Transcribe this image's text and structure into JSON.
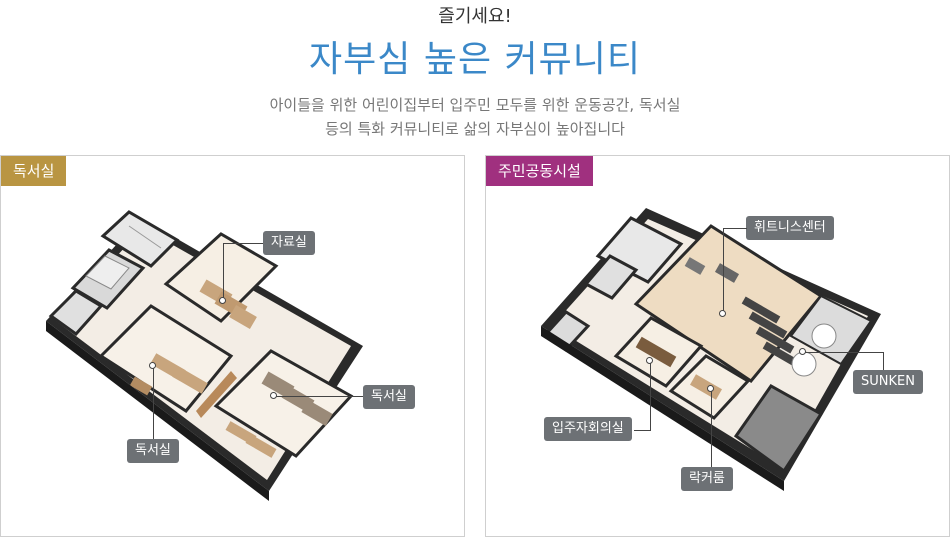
{
  "header": {
    "subtitle": "즐기세요!",
    "title": "자부심 높은 커뮤니티",
    "desc_line1": "아이들을 위한 어린이집부터 입주민 모두를 위한 운동공간, 독서실",
    "desc_line2": "등의 특화 커뮤니티로 삶의 자부심이 높아집니다"
  },
  "panels": [
    {
      "tag": "독서실",
      "tag_color": "#b99542",
      "labels": [
        "자료실",
        "독서실",
        "독서실"
      ]
    },
    {
      "tag": "주민공동시설",
      "tag_color": "#a0307f",
      "labels": [
        "휘트니스센터",
        "SUNKEN",
        "입주자회의실",
        "락커룸"
      ]
    }
  ],
  "colors": {
    "title": "#3b88c8",
    "label_bg": "#6d7175",
    "wall": "#2a2a2a",
    "floor": "#f2ece4",
    "wood": "#c8a57d"
  }
}
